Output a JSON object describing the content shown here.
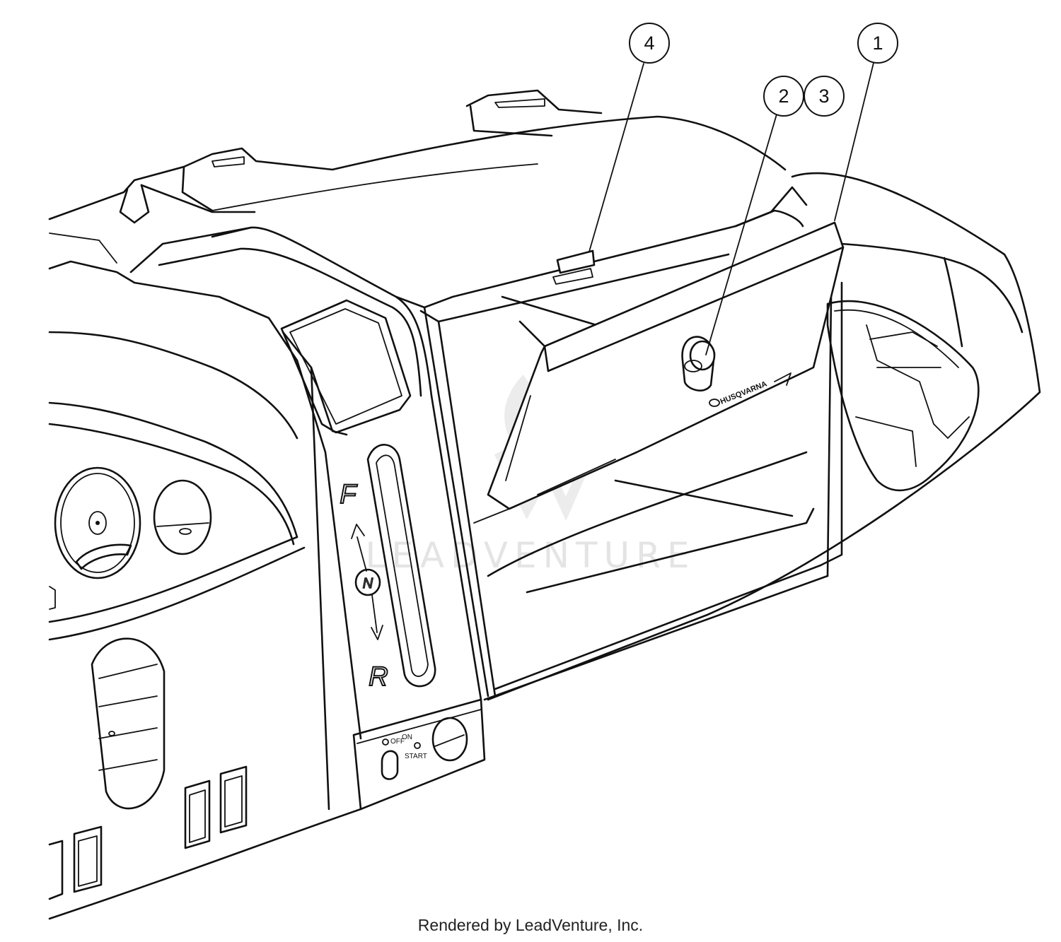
{
  "callouts": [
    {
      "id": "callout-1",
      "label": "1"
    },
    {
      "id": "callout-2",
      "label": "2"
    },
    {
      "id": "callout-3",
      "label": "3"
    },
    {
      "id": "callout-4",
      "label": "4"
    }
  ],
  "shifter": {
    "forward": "F",
    "neutral": "N",
    "reverse": "R"
  },
  "ignition": {
    "off": "OFF",
    "run": "ON",
    "start": "START"
  },
  "brand_text": "HUSQVARNA",
  "watermark_text": "LEADVENTURE",
  "credit": "Rendered by LeadVenture, Inc."
}
